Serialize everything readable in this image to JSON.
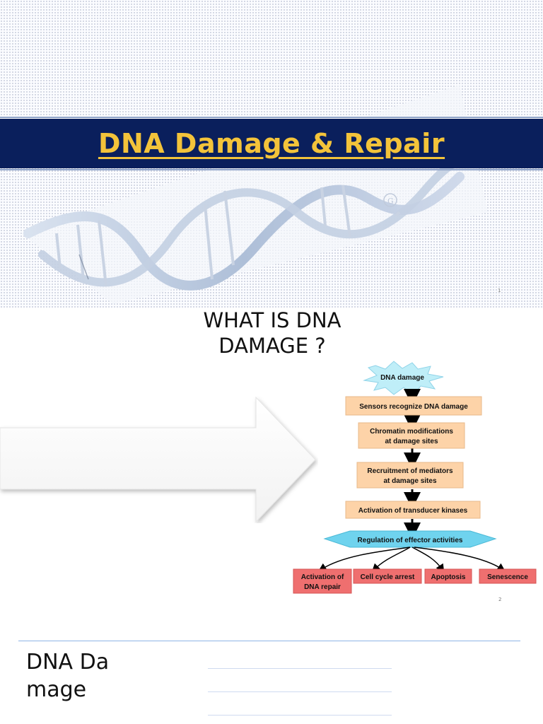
{
  "slide1": {
    "title": "DNA Damage & Repair",
    "page_number": "1",
    "watermark_letter": "G"
  },
  "slide2": {
    "heading": "WHAT IS DNA DAMAGE ?",
    "page_number": "2",
    "flowchart": {
      "start": "DNA damage",
      "steps": [
        "Sensors recognize DNA damage",
        [
          "Chromatin modifications",
          "at damage sites"
        ],
        [
          "Recruitment of mediators",
          "at damage sites"
        ],
        "Activation of transducer kinases"
      ],
      "regulation": "Regulation of effector activities",
      "outcomes": [
        [
          "Activation of",
          "DNA repair"
        ],
        "Cell cycle arrest",
        "Apoptosis",
        "Senescence"
      ]
    },
    "colors": {
      "burst": "#bfeef8",
      "step_fill": "#fdd3a8",
      "regulation_fill": "#6fd3ee",
      "outcome_fill": "#ef6f6f"
    }
  },
  "slide3": {
    "title": "DNA Damage"
  }
}
